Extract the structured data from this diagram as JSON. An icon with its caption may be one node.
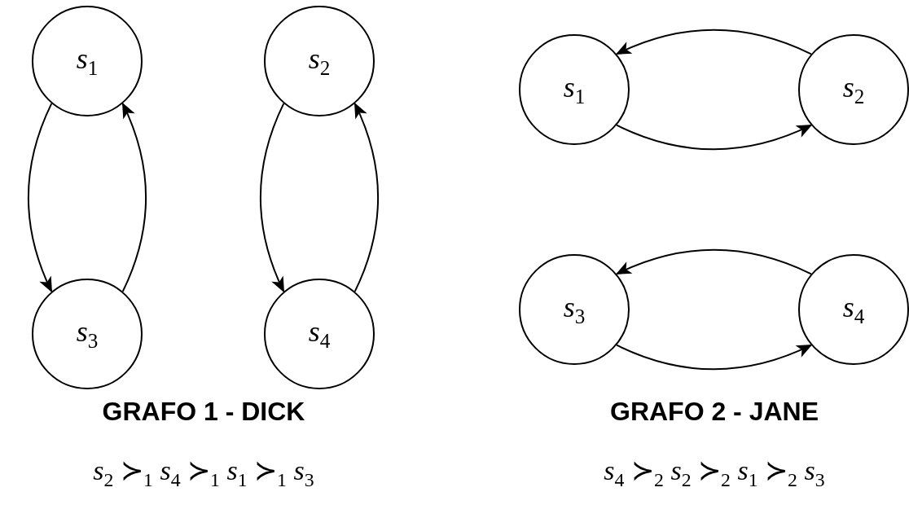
{
  "diagram": {
    "nodes": [
      {
        "text": [
          "*s*$_{1}$"
        ]
      },
      {
        "text": [
          "*s*$_{2}$"
        ]
      },
      {
        "text": [
          "*s*$_{3}$"
        ]
      },
      {
        "text": [
          "*s*$_{4}$"
        ]
      },
      {
        "text": [
          "*s*$_{1}$"
        ]
      },
      {
        "text": [
          "*s*$_{2}$"
        ]
      },
      {
        "text": [
          "*s*$_{3}$"
        ]
      },
      {
        "text": [
          "*s*$_{4}$"
        ]
      }
    ],
    "edges": [
      {
        "from": 0,
        "to": 2,
        "arrow": "to"
      },
      {
        "from": 2,
        "to": 0,
        "arrow": "to"
      },
      {
        "from": 1,
        "to": 3,
        "arrow": "to"
      },
      {
        "from": 3,
        "to": 1,
        "arrow": "to"
      },
      {
        "from": 5,
        "to": 4,
        "arrow": "to"
      },
      {
        "from": 4,
        "to": 5,
        "arrow": "to"
      },
      {
        "from": 7,
        "to": 6,
        "arrow": "to"
      },
      {
        "from": 6,
        "to": 7,
        "arrow": "to"
      }
    ],
    "labels": [
      "GRAFO 1 - DICK",
      "GRAFO 2 - JANE",
      "*s*$_{2}$ ≻$_{1}$ *s*$_{4}$ ≻$_{1}$ *s*$_{1}$ ≻$_{1}$ *s*$_{3}$",
      "*s*$_{4}$ ≻$_{2}$ *s*$_{2}$ ≻$_{2}$ *s*$_{1}$ ≻$_{2}$ *s*$_{3}$"
    ]
  }
}
